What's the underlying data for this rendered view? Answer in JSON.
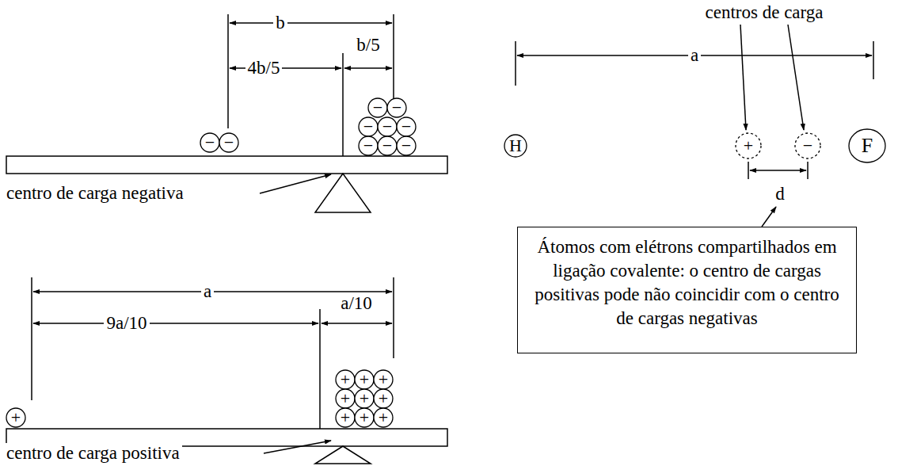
{
  "diagram": {
    "nodes": [
      {
        "text": [
          "−"
        ]
      },
      {
        "text": [
          "−"
        ]
      },
      {
        "text": [
          "−"
        ]
      },
      {
        "text": [
          "−"
        ]
      },
      {
        "text": [
          "−"
        ]
      },
      {
        "text": [
          "−"
        ]
      },
      {
        "text": [
          "−"
        ]
      },
      {
        "text": [
          "−"
        ]
      },
      {
        "text": [
          "−"
        ]
      },
      {
        "text": [
          "−"
        ]
      },
      {
        "text": [
          "+"
        ]
      },
      {
        "text": [
          "+"
        ]
      },
      {
        "text": [
          "+"
        ]
      },
      {
        "text": [
          "+"
        ]
      },
      {
        "text": [
          "+"
        ]
      },
      {
        "text": [
          "+"
        ]
      },
      {
        "text": [
          "+"
        ]
      },
      {
        "text": [
          "+"
        ]
      },
      {
        "text": [
          "+"
        ]
      },
      {
        "text": [
          "+"
        ]
      },
      {
        "text": [
          "H"
        ]
      },
      {
        "text": [
          "+"
        ]
      },
      {
        "text": [
          "−"
        ]
      },
      {
        "text": [
          "F"
        ]
      },
      {
        "text": [
          "Átomos com elétrons compartilhados em ligação covalente: o centro de cargas positivas pode não coincidir com o centro de cargas negativas"
        ]
      }
    ],
    "labels": [
      "b",
      "4b/5",
      "b/5",
      "centro de carga negativa",
      "a",
      "9a/10",
      "a/10",
      "centro de carga positiva",
      "centros de carga",
      "a",
      "d"
    ]
  }
}
